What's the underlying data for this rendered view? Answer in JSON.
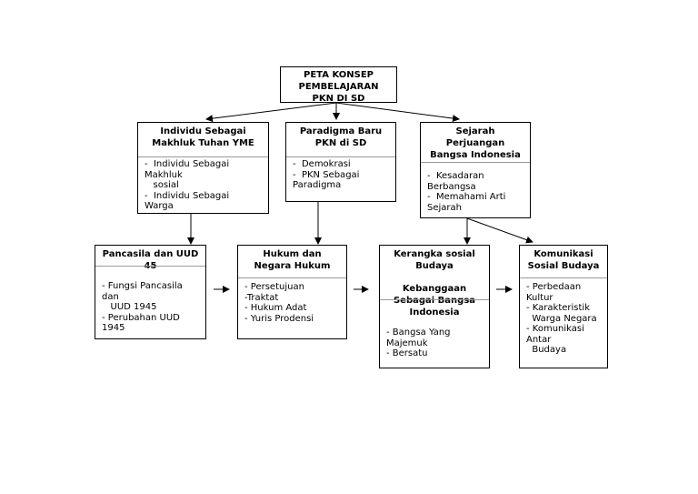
{
  "root": {
    "title": "PETA KONSEP\nPEMBELAJARAN\nPKN DI SD"
  },
  "level1": [
    {
      "title": "Individu Sebagai\nMakhluk Tuhan YME",
      "items": "-  Individu Sebagai\nMakhluk\n   sosial\n-  Individu Sebagai\nWarga"
    },
    {
      "title": "Paradigma Baru\nPKN di SD",
      "items": "-  Demokrasi\n-  PKN Sebagai\nParadigma"
    },
    {
      "title": "Sejarah\nPerjuangan\nBangsa Indonesia",
      "items": "-  Kesadaran\nBerbangsa\n-  Memahami Arti\nSejarah"
    }
  ],
  "level2": [
    {
      "title": "Pancasila dan UUD\n45",
      "items": "- Fungsi Pancasila\ndan\n   UUD 1945\n- Perubahan UUD\n1945"
    },
    {
      "title": "Hukum dan\nNegara Hukum",
      "items": "- Persetujuan\n-Traktat\n- Hukum Adat\n- Yuris Prodensi"
    },
    {
      "title": "Kerangka sosial\nBudaya",
      "title2": "Kebanggaan\nSebagai Bangsa\nIndonesia",
      "items": "- Bangsa Yang\nMajemuk\n- Bersatu"
    },
    {
      "title": "Komunikasi\nSosial Budaya",
      "items": "- Perbedaan\nKultur\n- Karakteristik\n  Warga Negara\n- Komunikasi\nAntar\n  Budaya"
    }
  ]
}
